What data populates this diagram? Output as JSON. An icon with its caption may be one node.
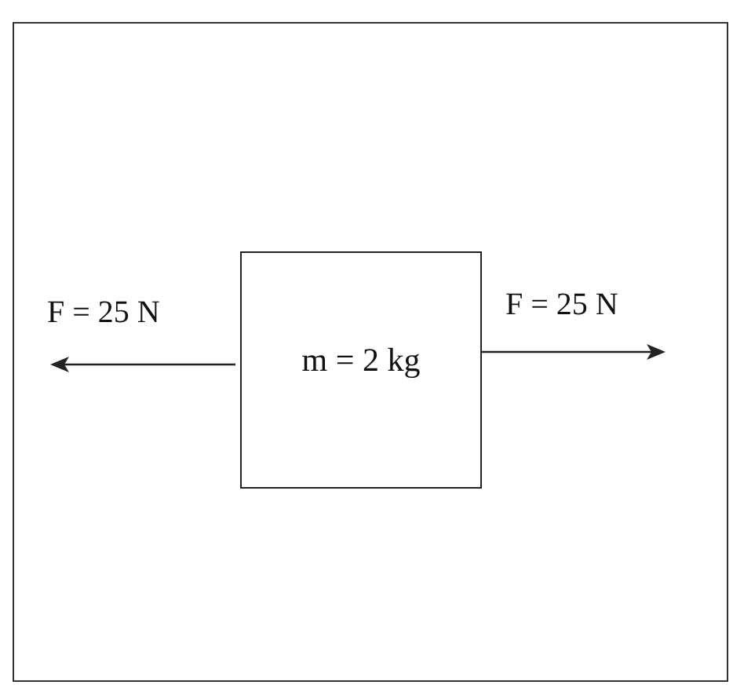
{
  "diagram": {
    "nodes": [
      {
        "text": [
          "m = 2 kg"
        ]
      }
    ],
    "labels": [
      "F = 25 N",
      "F = 25 N"
    ]
  }
}
